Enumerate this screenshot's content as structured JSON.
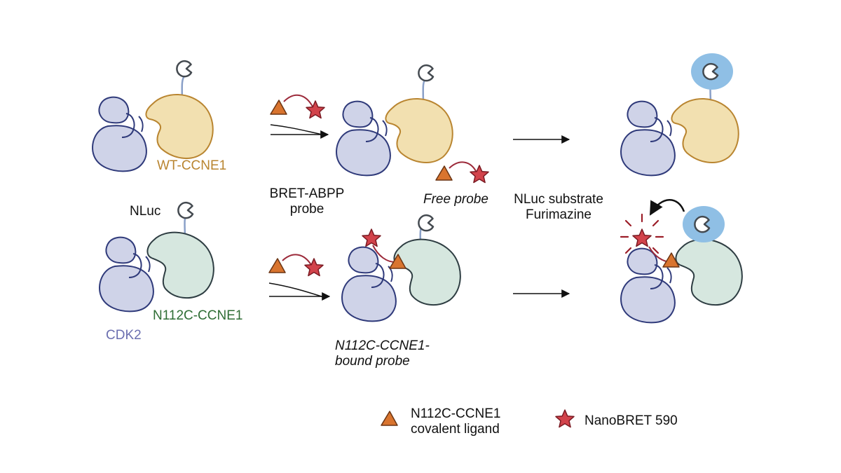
{
  "labels": {
    "wt_ccne1": "WT-CCNE1",
    "nluc": "NLuc",
    "n112c_ccne1": "N112C-CCNE1",
    "cdk2": "CDK2",
    "bret_abpp_probe": [
      "BRET-ABPP",
      "probe"
    ],
    "free_probe": "Free probe",
    "nluc_substrate": [
      "NLuc substrate",
      "Furimazine"
    ],
    "bound_probe": [
      "N112C-CCNE1-",
      "bound probe"
    ]
  },
  "legend": {
    "ligand": [
      "N112C-CCNE1",
      "covalent ligand"
    ],
    "dye": "NanoBRET 590"
  },
  "colors": {
    "cdk2_fill": "#cfd3e8",
    "cdk2_stroke": "#2f3a7a",
    "wt_fill": "#f2e0b0",
    "wt_stroke": "#b98530",
    "wt_text": "#b98530",
    "n112c_fill": "#d6e7df",
    "n112c_stroke": "#2e3d42",
    "n112c_text": "#2f6e35",
    "cdk2_text": "#6b6fb0",
    "ligand_fill": "#d9742e",
    "star_fill": "#d2434b",
    "glow": "#8fbfe5"
  }
}
